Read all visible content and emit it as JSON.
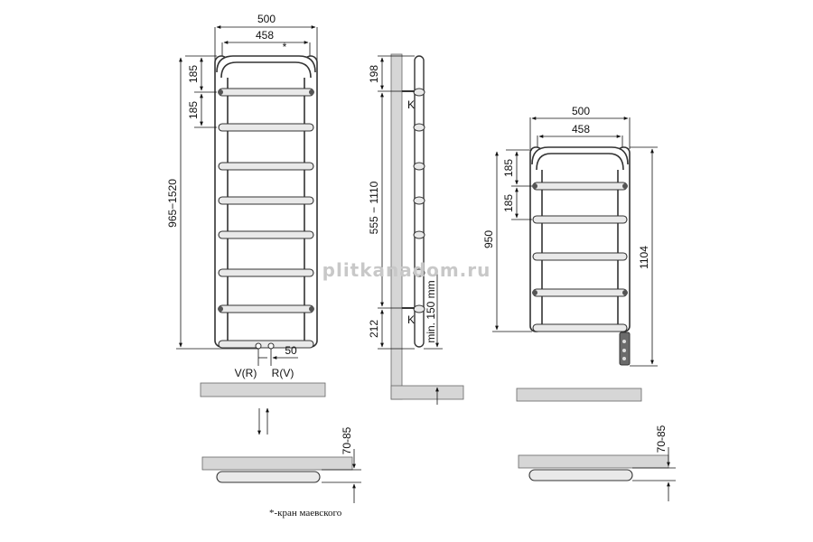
{
  "front_large": {
    "width_outer": "500",
    "width_inner": "458",
    "valve_mark": "*",
    "spacing_top": "185",
    "spacing_second": "185",
    "height_range": "965−1520",
    "pipe_offset": "50",
    "port_left": "V(R)",
    "port_right": "R(V)"
  },
  "side_view": {
    "top_offset": "198",
    "mount_spacing": "555 − 1110",
    "bottom_offset": "212",
    "min_floor": "min. 150 mm",
    "bracket_top": "K",
    "bracket_bottom": "K"
  },
  "front_small": {
    "width_outer": "500",
    "width_inner": "458",
    "spacing_top": "185",
    "spacing_second": "185",
    "height_body": "950",
    "height_total": "1104"
  },
  "top_view_left": {
    "wall_gap": "70-85"
  },
  "top_view_right": {
    "wall_gap": "70-85"
  },
  "footnote": "*-кран маевского",
  "watermark": "plitkanadom.ru"
}
